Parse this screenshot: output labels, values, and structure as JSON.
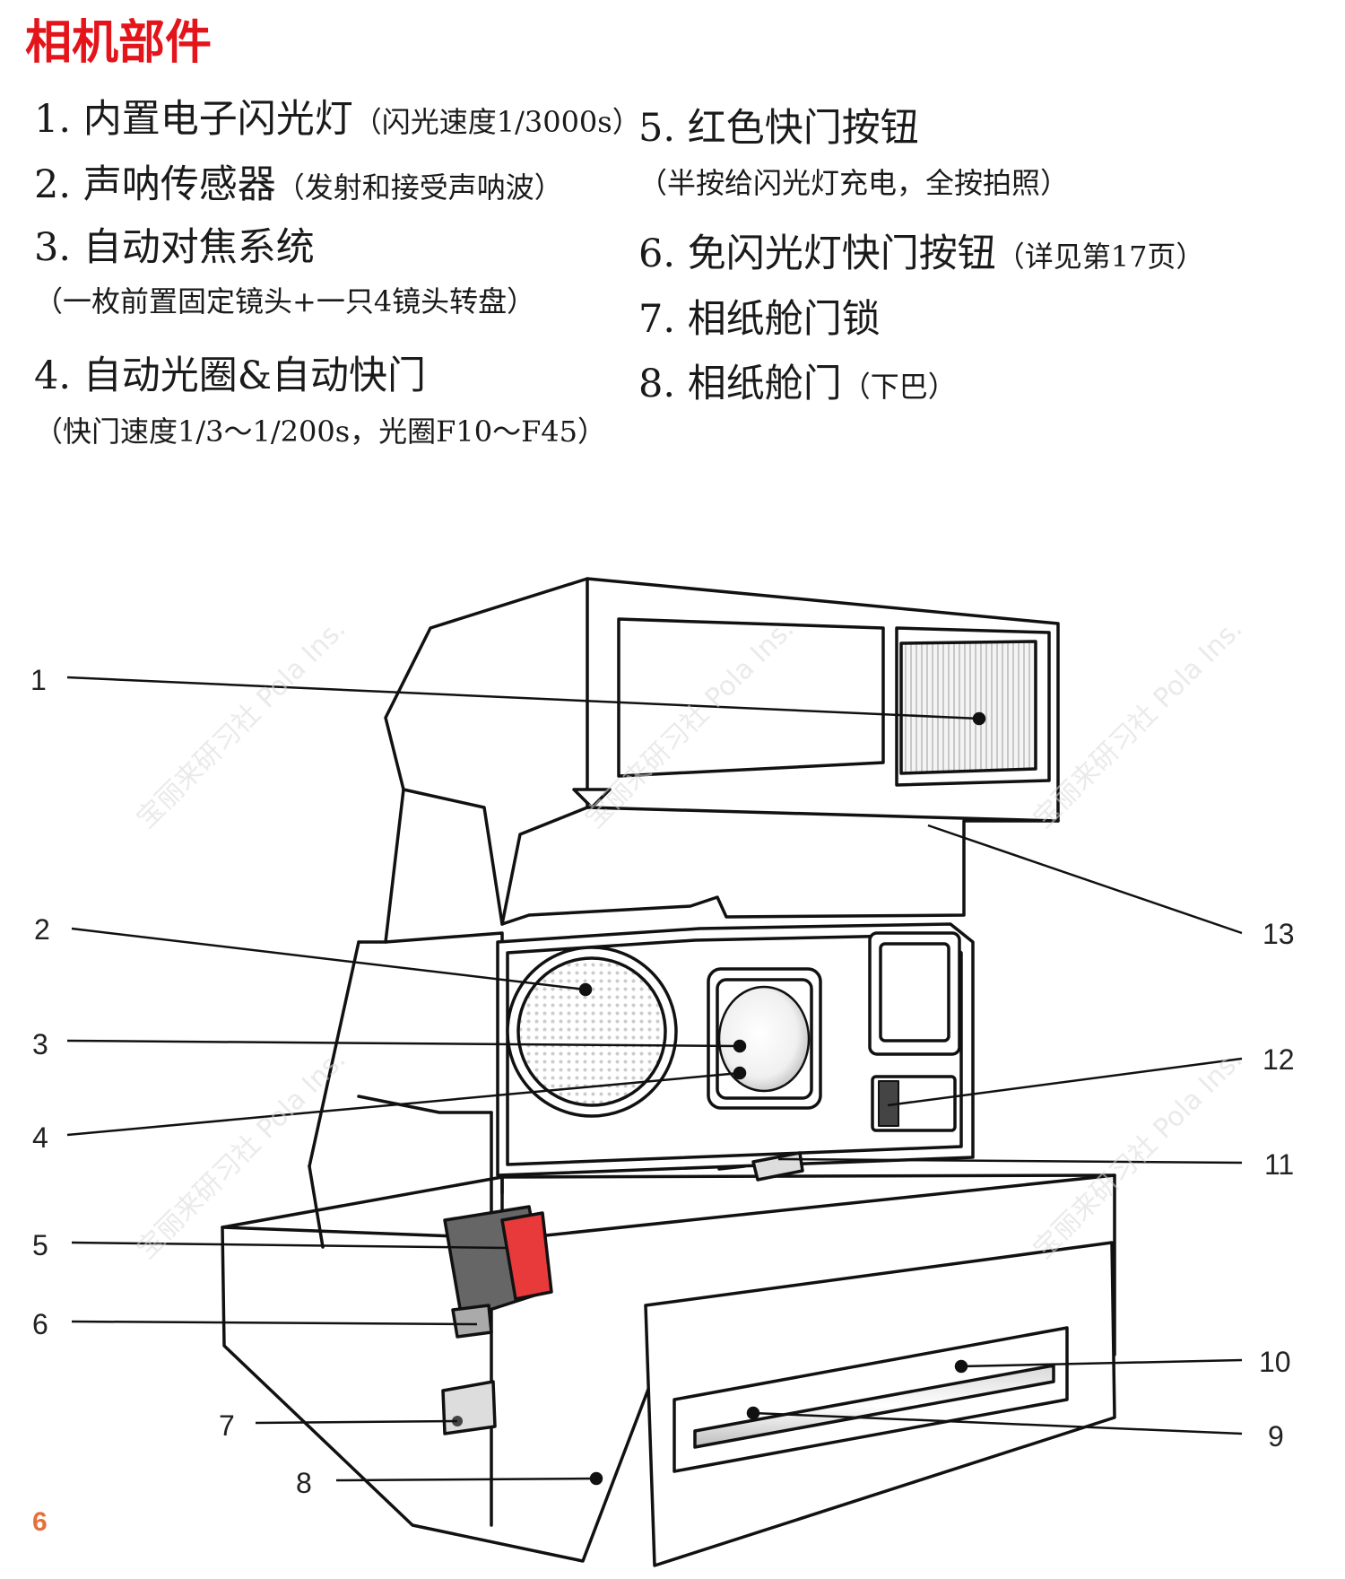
{
  "page": {
    "title": "相机部件",
    "page_number": "6",
    "watermark": "宝丽来研习社 Pola Ins."
  },
  "parts": [
    {
      "label": "1. 内置电子闪光灯",
      "note": "（闪光速度1/3000s）"
    },
    {
      "label": "2. 声呐传感器",
      "note": "（发射和接受声呐波）"
    },
    {
      "label": "3. 自动对焦系统",
      "note": "（一枚前置固定镜头+一只4镜头转盘）"
    },
    {
      "label": "4. 自动光圈&自动快门",
      "note": "（快门速度1/3～1/200s，光圈F10～F45）"
    },
    {
      "label": "5. 红色快门按钮",
      "note": "（半按给闪光灯充电，全按拍照）"
    },
    {
      "label": "6. 免闪光灯快门按钮",
      "note": "（详见第17页）"
    },
    {
      "label": "7. 相纸舱门锁",
      "note": ""
    },
    {
      "label": "8. 相纸舱门",
      "note": "（下巴）"
    }
  ],
  "callouts": [
    "1",
    "2",
    "3",
    "4",
    "5",
    "6",
    "7",
    "8",
    "9",
    "10",
    "11",
    "12",
    "13"
  ],
  "colors": {
    "title": "#e4141b",
    "page_number": "#e4703a",
    "shutter_button": "#e83a3a"
  }
}
